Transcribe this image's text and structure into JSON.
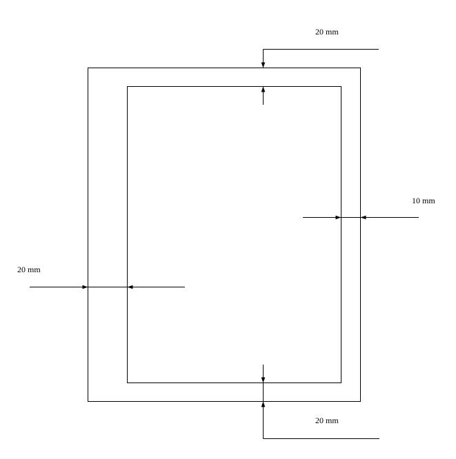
{
  "diagram": {
    "stroke_color": "#000000",
    "background": "#ffffff",
    "margins": {
      "top": {
        "label": "20 mm"
      },
      "right": {
        "label": "10 mm"
      },
      "left": {
        "label": "20 mm"
      },
      "bottom": {
        "label": "20 mm"
      }
    }
  }
}
